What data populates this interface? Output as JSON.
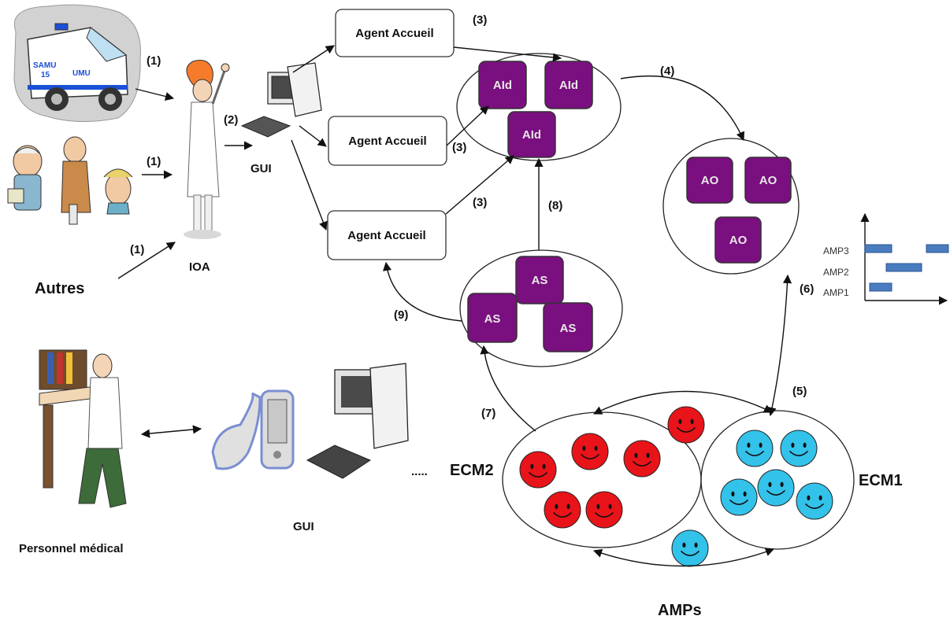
{
  "labels": {
    "step1a": "(1)",
    "step1b": "(1)",
    "step1c": "(1)",
    "step2": "(2)",
    "step3a": "(3)",
    "step3b": "(3)",
    "step3c": "(3)",
    "step4": "(4)",
    "step5": "(5)",
    "step6": "(6)",
    "step7": "(7)",
    "step8": "(8)",
    "step9": "(9)",
    "autres": "Autres",
    "ioa": "IOA",
    "gui_top": "GUI",
    "gui_bottom": "GUI",
    "personnel": "Personnel médical",
    "dots": ".....",
    "ecm2": "ECM2",
    "ecm1": "ECM1",
    "amps": "AMPs"
  },
  "ambulance": {
    "text1": "SAMU",
    "text2": "15",
    "text3": "UMU"
  },
  "agents": [
    "Agent Accueil",
    "Agent Accueil",
    "Agent Accueil"
  ],
  "aid": [
    "AId",
    "AId",
    "AId"
  ],
  "ao": [
    "AO",
    "AO",
    "AO"
  ],
  "as": [
    "AS",
    "AS",
    "AS"
  ],
  "gantt": {
    "rows": [
      "AMP3",
      "AMP2",
      "AMP1"
    ],
    "bar_color": "#4a7cc0"
  },
  "colors": {
    "purple": "#7a0f7f",
    "red_face": "#e8141a",
    "blue_face": "#33c2ea"
  }
}
